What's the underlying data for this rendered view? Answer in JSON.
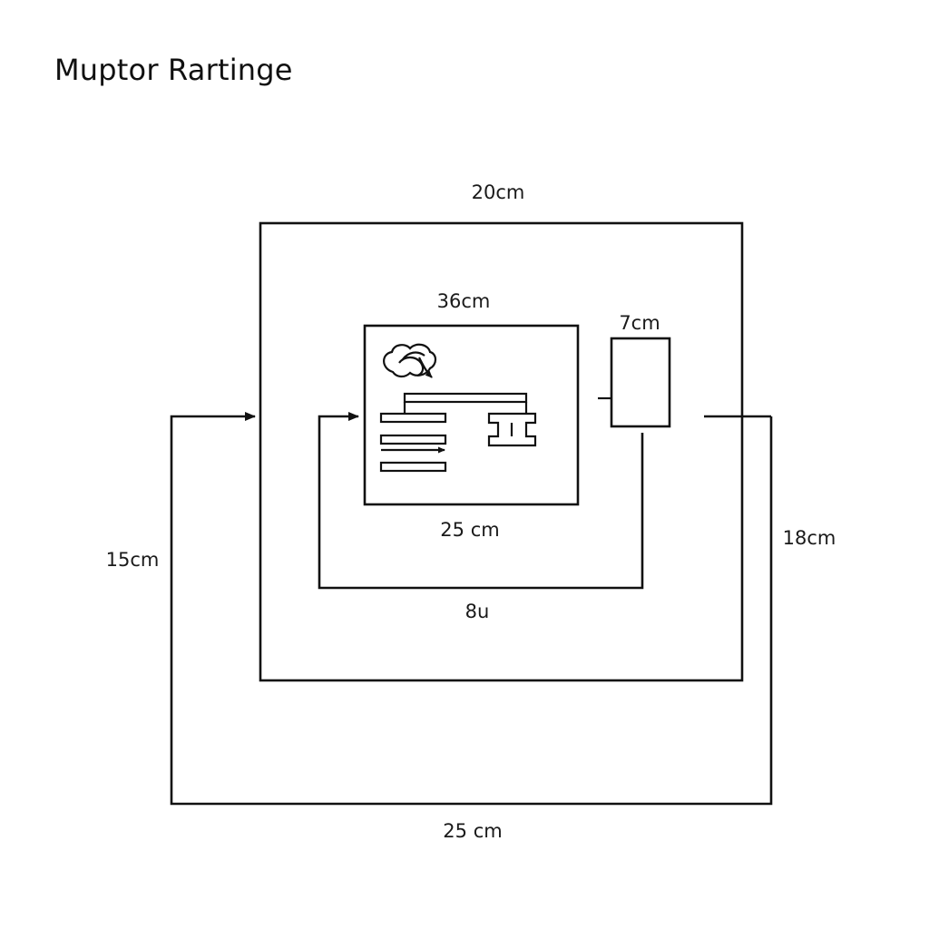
{
  "title": "Muptor Rartinge",
  "labels": {
    "outer_top": "20cm",
    "panel_top": "36cm",
    "small_box_top": "7cm",
    "panel_bottom": "25 cm",
    "inner_loop_bottom": "8u",
    "left_side": "15cm",
    "right_side": "18cm",
    "outer_loop_bottom": "25 cm"
  },
  "icons": {
    "panel_sketch": "cloud-swirl-icon",
    "connector": "i-beam-connector-icon"
  },
  "colors": {
    "line": "#111111",
    "background": "#ffffff"
  }
}
